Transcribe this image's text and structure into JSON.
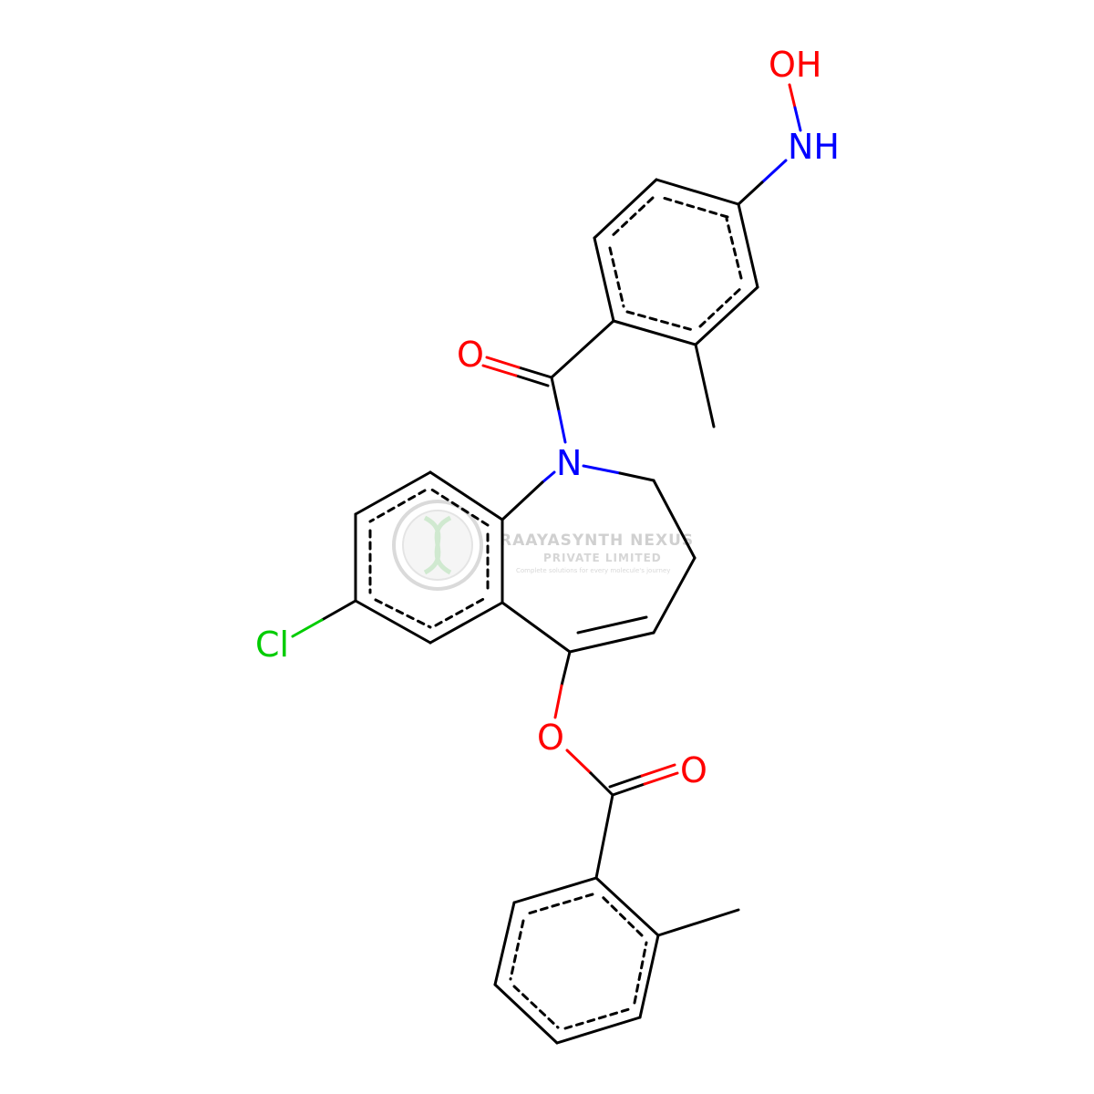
{
  "watermark": {
    "title": "RAAYASYNTH NEXUS",
    "subtitle": "PRIVATE LIMITED",
    "tagline": "Complete solutions for every molecule's journey"
  },
  "colors": {
    "bond": "#000000",
    "O": "#ff0000",
    "N": "#0000ff",
    "Cl": "#00cc00",
    "watermark": "#c8c8c8"
  },
  "molecule": {
    "atoms": [
      {
        "id": "OH",
        "label": "OH",
        "element": "O"
      },
      {
        "id": "NH",
        "label": "NH",
        "element": "N"
      },
      {
        "id": "O1",
        "label": "O",
        "element": "O"
      },
      {
        "id": "N1",
        "label": "N",
        "element": "N"
      },
      {
        "id": "Cl1",
        "label": "Cl",
        "element": "Cl"
      },
      {
        "id": "O2",
        "label": "O",
        "element": "O"
      },
      {
        "id": "O3",
        "label": "O",
        "element": "O"
      }
    ]
  }
}
